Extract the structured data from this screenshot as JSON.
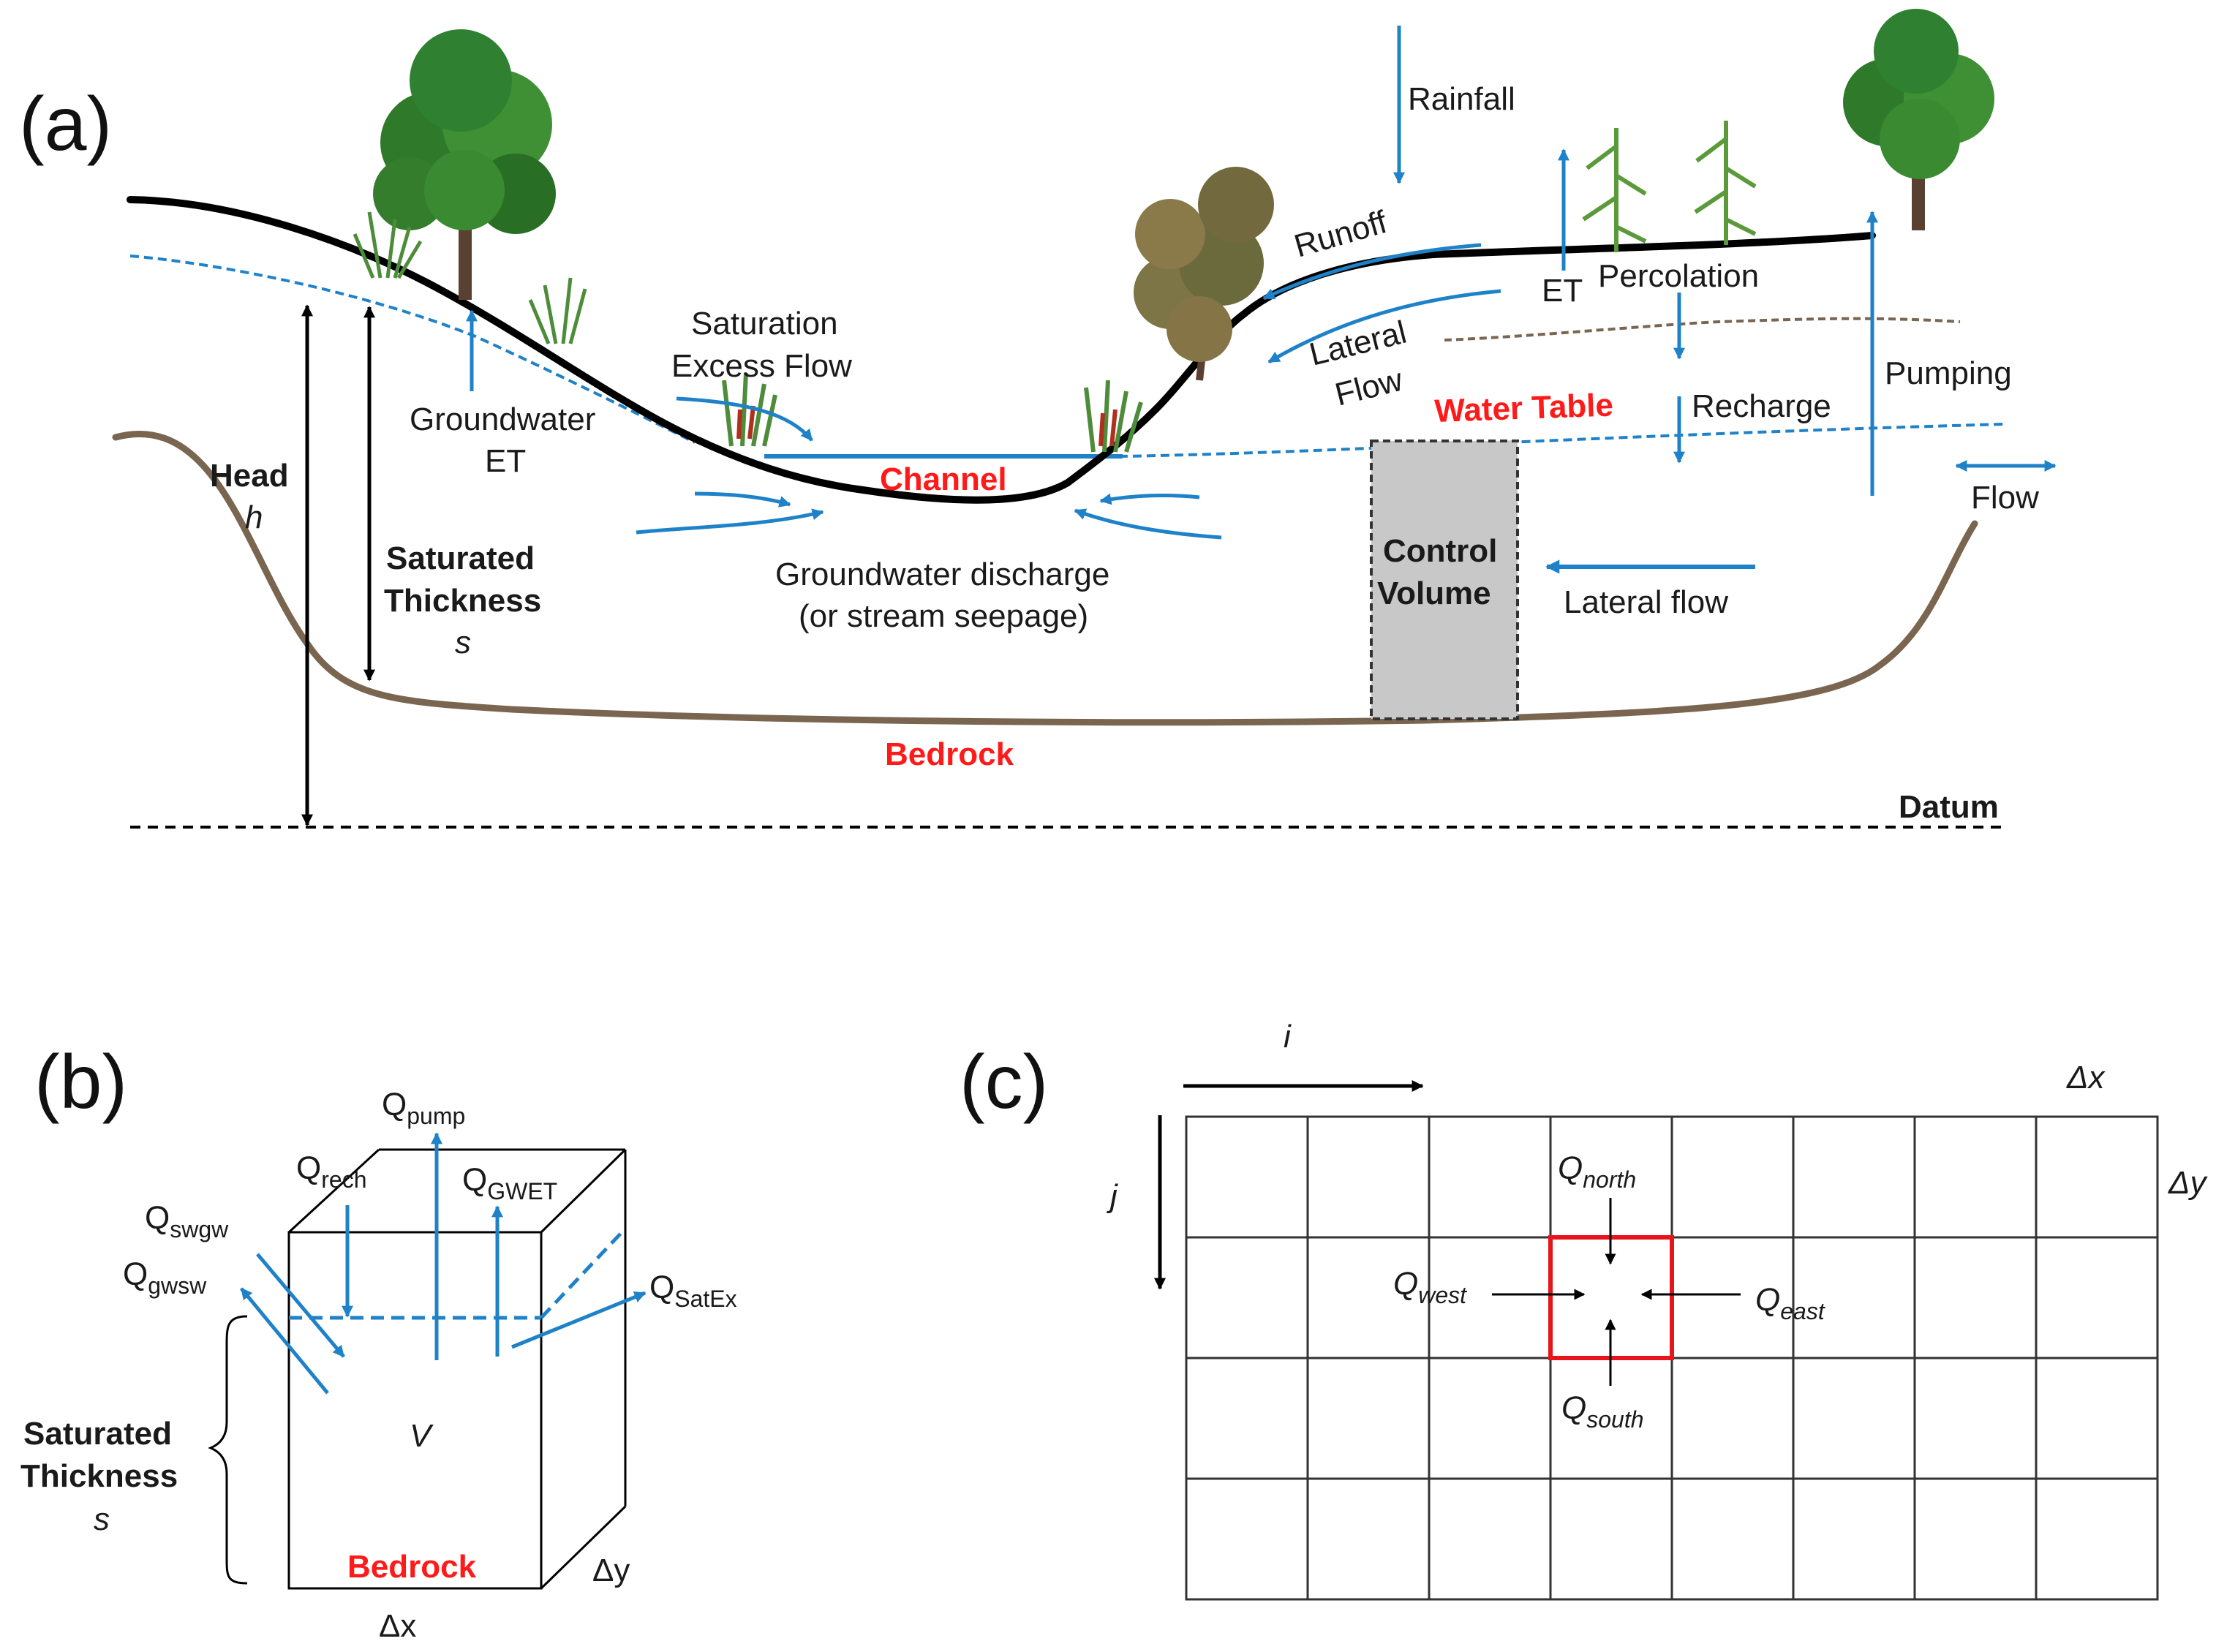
{
  "colors": {
    "flow_arrow": "#1f82c8",
    "emphasis_label": "#ff1a1a",
    "land_surface": "#000000",
    "bedrock_line": "#7a6650",
    "control_volume_fill": "#c8c8c8",
    "tree_foliage": "#2e7a2a"
  },
  "icons": {
    "trees": "tree-icon",
    "grasses": "grass-icon",
    "crops": "corn-plant-icon"
  },
  "panel_a": {
    "tag": "(a)",
    "rainfall": "Rainfall",
    "runoff": "Runoff",
    "et": "ET",
    "percolation": "Percolation",
    "saturation_excess_line1": "Saturation",
    "saturation_excess_line2": "Excess Flow",
    "lateral_line1": "Lateral",
    "lateral_line2": "Flow",
    "water_table": "Water Table",
    "recharge": "Recharge",
    "pumping": "Pumping",
    "groundwater_et_line1": "Groundwater",
    "groundwater_et_line2": "ET",
    "channel": "Channel",
    "flow": "Flow",
    "head": "Head",
    "head_symbol": "h",
    "saturated_line1": "Saturated",
    "saturated_line2": "Thickness",
    "saturated_symbol": "s",
    "gw_discharge_line1": "Groundwater  discharge",
    "gw_discharge_line2": "(or stream seepage)",
    "control_line1": "Control",
    "control_line2": "Volume",
    "lateral_flow": "Lateral flow",
    "bedrock": "Bedrock",
    "datum": "Datum"
  },
  "panel_b": {
    "tag": "(b)",
    "q": "Q",
    "pump_sub": "pump",
    "rech_sub": "rech",
    "gwet_sub": "GWET",
    "swgw_sub": "swgw",
    "gwsw_sub": "gwsw",
    "satex_sub": "SatEx",
    "volume": "V",
    "saturated_line1": "Saturated",
    "saturated_line2": "Thickness",
    "saturated_symbol": "s",
    "bedrock": "Bedrock",
    "dx": "Δx",
    "dy": "Δy"
  },
  "panel_c": {
    "tag": "(c)",
    "i": "i",
    "j": "j",
    "dx": "Δx",
    "dy": "Δy",
    "q": "Q",
    "north_sub": "north",
    "south_sub": "south",
    "west_sub": "west",
    "east_sub": "east",
    "grid_columns": 8,
    "grid_rows": 4,
    "highlighted_cell": {
      "column": 4,
      "row": 2
    }
  }
}
